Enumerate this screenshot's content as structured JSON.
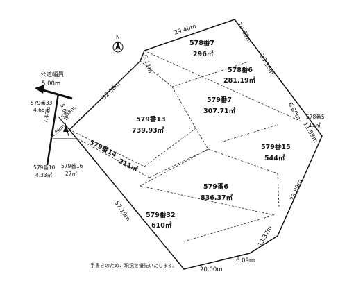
{
  "lots": [
    {
      "id": "578-7",
      "num": "578番7",
      "area": "296㎡"
    },
    {
      "id": "578-6",
      "num": "578番6",
      "area": "281.19㎡"
    },
    {
      "id": "579-7",
      "num": "579番7",
      "area": "307.71㎡"
    },
    {
      "id": "579-13",
      "num": "579番13",
      "area": "739.93㎡"
    },
    {
      "id": "579-15",
      "num": "579番15",
      "area": "544㎡"
    },
    {
      "id": "579-6",
      "num": "579番6",
      "area": "836.37㎡"
    },
    {
      "id": "579-32",
      "num": "579番32",
      "area": "610㎡"
    },
    {
      "id": "579-14",
      "num": "579番14",
      "area": "211㎡"
    },
    {
      "id": "578-5",
      "num": "578番5",
      "area": "15㎡"
    },
    {
      "id": "579-33",
      "num": "579番33",
      "area": "4.68㎡"
    },
    {
      "id": "579-10",
      "num": "579番10",
      "area": "4.33㎡"
    },
    {
      "id": "579-16",
      "num": "579番16",
      "area": "27㎡"
    }
  ],
  "dimensions": {
    "top": "29.40m",
    "top_right": "10.66m",
    "right_upper": "23.16m",
    "right_mid": "6.80m",
    "right_lower": "11.58m",
    "right_bottom": "23.89m",
    "bottom_right": "13.37m",
    "bottom_mid": "6.09m",
    "bottom": "20.00m",
    "left_long": "57.19m",
    "upper_left": "32.68m",
    "corner_short": "6.11m",
    "frontage_a": "5.58m",
    "frontage_b": "5.00m",
    "frontage_c": "7.46m",
    "frontage_d": "4.68m"
  },
  "road": {
    "label": "公道幅員",
    "width": "5.00m"
  },
  "north_label": "N",
  "note": "手書きのため、現況を優先いたします。"
}
